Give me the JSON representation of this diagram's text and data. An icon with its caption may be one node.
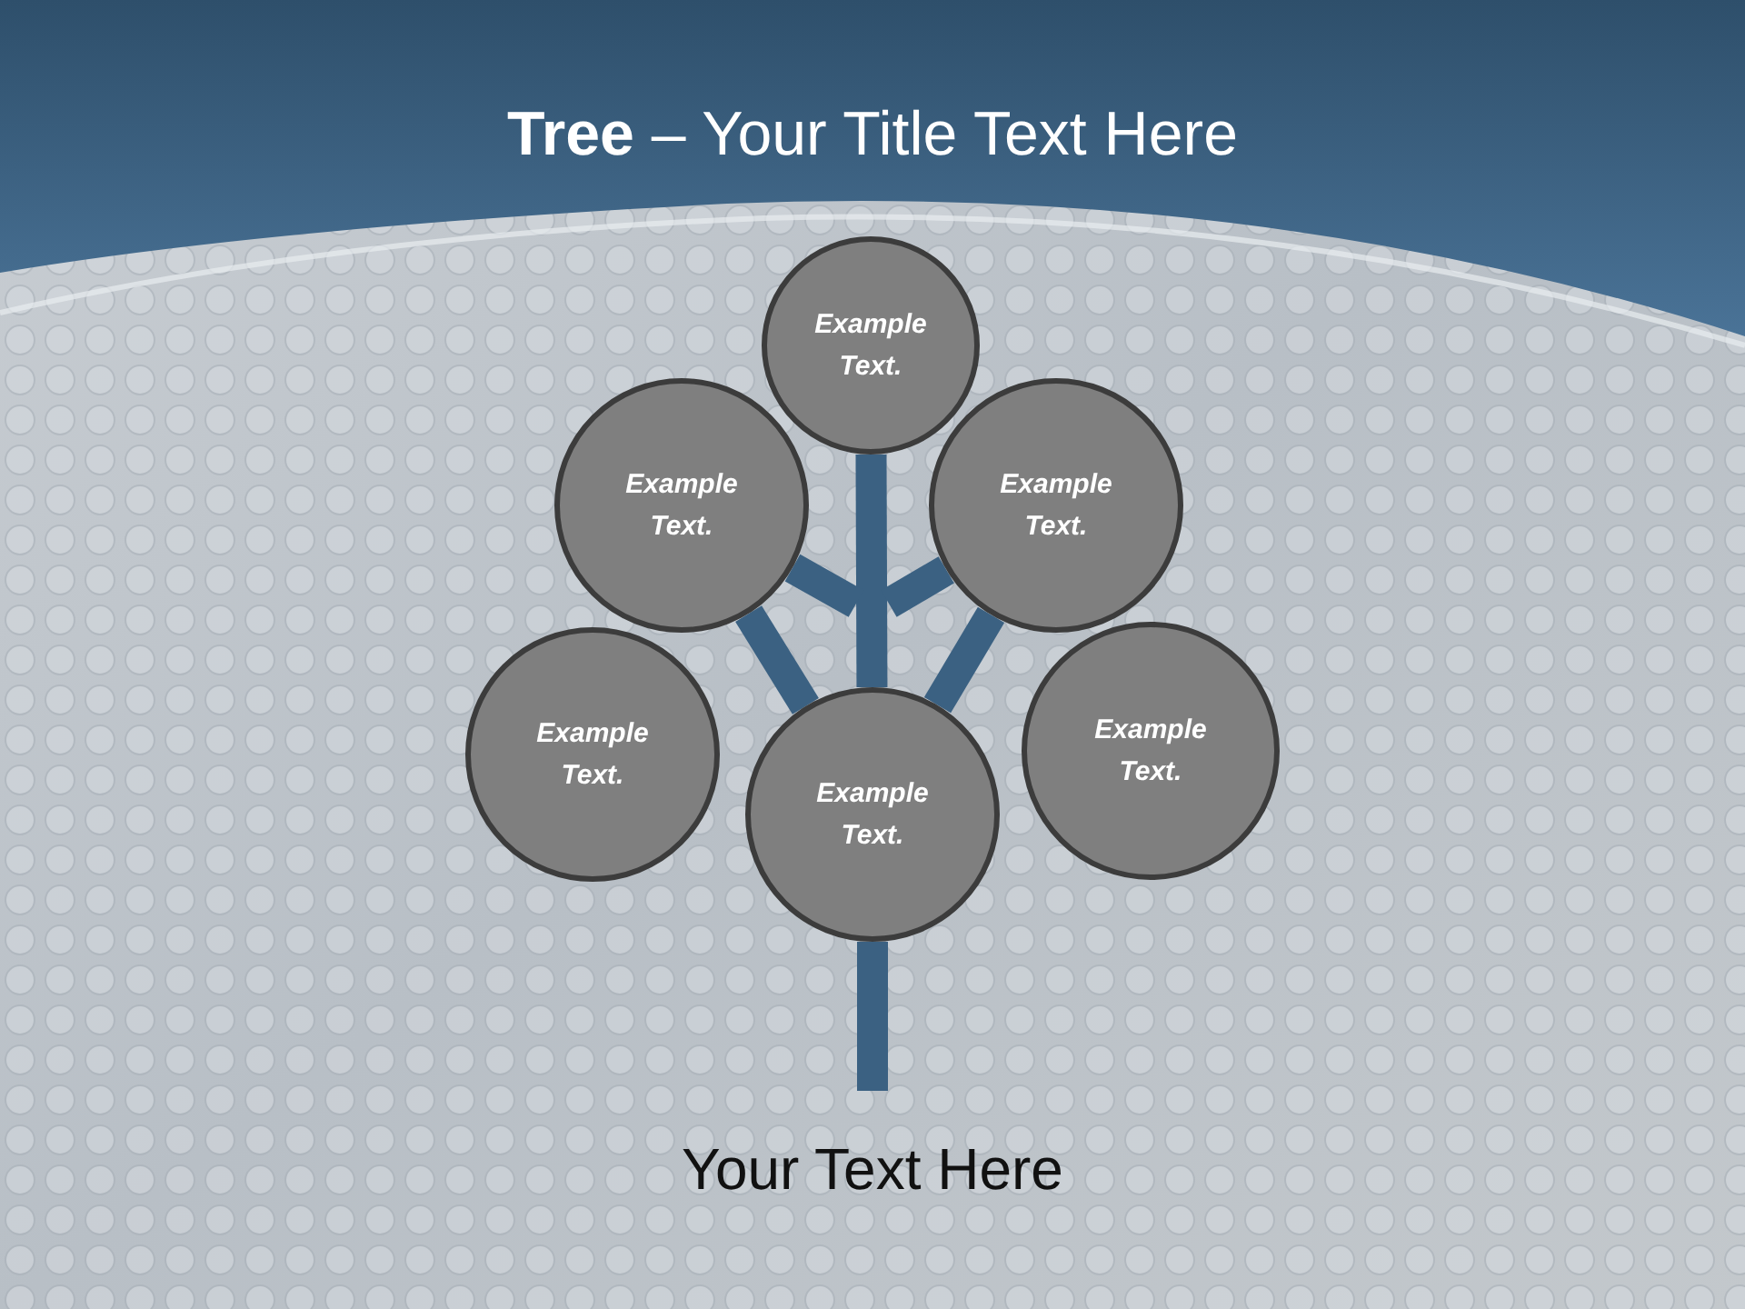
{
  "diagram": {
    "title": "**Tree** – Your Title Text Here",
    "nodes": [
      {
        "text": [
          "Example Text."
        ]
      },
      {
        "text": [
          "Example Text."
        ]
      },
      {
        "text": [
          "Example Text."
        ]
      },
      {
        "text": [
          "Example Text."
        ]
      },
      {
        "text": [
          "Example Text."
        ]
      },
      {
        "text": [
          "Example Text."
        ]
      }
    ],
    "edges": [
      {
        "from": 4,
        "to": null,
        "arrow": "none"
      },
      {
        "from": 4,
        "to": 0,
        "arrow": "none"
      },
      {
        "from": 4,
        "to": 1,
        "arrow": "none"
      },
      {
        "from": 4,
        "to": 2,
        "arrow": "none"
      },
      {
        "from": null,
        "to": 1,
        "arrow": "none"
      },
      {
        "from": null,
        "to": 2,
        "arrow": "none"
      }
    ],
    "labels": [
      "Your Text Here"
    ]
  }
}
